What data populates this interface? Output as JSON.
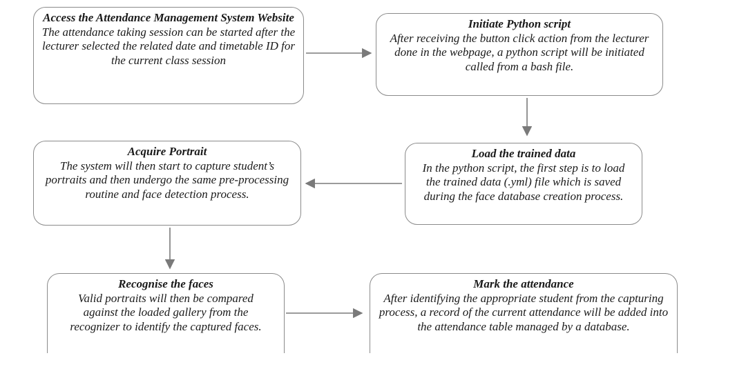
{
  "steps": [
    {
      "title": "Access the Attendance Management System Website",
      "body": "The attendance taking session can be started after the lecturer selected the related date and timetable ID for the current class session"
    },
    {
      "title": "Initiate Python script",
      "body": "After receiving the button click action from the lecturer done in the webpage, a python script will be initiated called from a bash file."
    },
    {
      "title": "Load the trained data",
      "body": "In the python script, the first step is to load the trained data (.yml) file which is saved during the face database creation process."
    },
    {
      "title": "Acquire Portrait",
      "body": "The system will then start to capture student’s portraits and then undergo the same pre-processing routine and face detection process."
    },
    {
      "title": "Recognise the faces",
      "body": "Valid portraits will then be compared against the loaded gallery from the recognizer to identify the captured faces."
    },
    {
      "title": "Mark the attendance",
      "body": "After identifying the appropriate student from the capturing process, a record of the current attendance will be added into the attendance table managed by a database."
    }
  ],
  "colors": {
    "arrow": "#7a7a7a",
    "border": "#8a8a8a",
    "text": "#1a1a1a"
  }
}
